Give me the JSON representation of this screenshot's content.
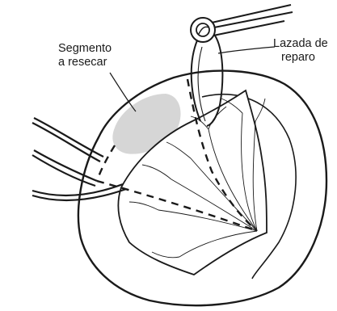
{
  "labels": {
    "segment_line1": "Segmento",
    "segment_line2": "a resecar",
    "loop_line1": "Lazada de",
    "loop_line2": "reparo"
  },
  "colors": {
    "stroke": "#1a1a1a",
    "segment_fill": "#d6d6d6",
    "background": "#ffffff"
  }
}
